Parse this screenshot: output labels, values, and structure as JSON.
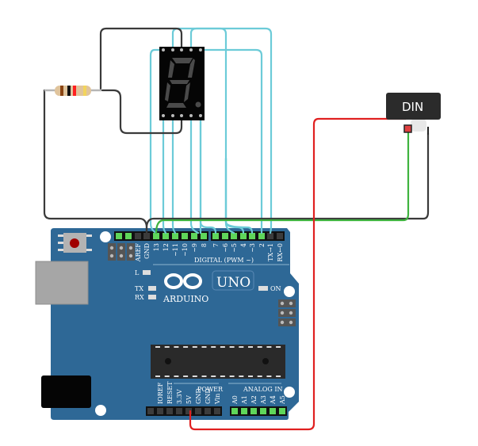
{
  "colors": {
    "board": "#2e6896",
    "wire_black": "#3a3a3a",
    "wire_cyan": "#6ccbd8",
    "wire_green": "#3fb33f",
    "wire_red": "#e02020",
    "pin_green": "#5fd65a",
    "tooltip": "#2b2b2b"
  },
  "tooltip": {
    "label": "DIN"
  },
  "board": {
    "digital_left": [
      "AREF",
      "GND",
      "13",
      "12",
      "~11",
      "~10",
      "~9",
      "8"
    ],
    "digital_right": [
      "7",
      "~6",
      "~5",
      "4",
      "~3",
      "2",
      "TX→1",
      "RX←0"
    ],
    "digital_title": "DIGITAL (PWM ~)",
    "led_l": "L",
    "led_tx": "TX",
    "led_rx": "RX",
    "led_on": "ON",
    "brand": "ARDUINO",
    "model": "UNO",
    "power_pins": [
      "IOREF",
      "RESET",
      "3.3V",
      "5V",
      "GND",
      "GND",
      "Vin"
    ],
    "power_title": "POWER",
    "analog_pins": [
      "A0",
      "A1",
      "A2",
      "A3",
      "A4",
      "A5"
    ],
    "analog_title": "ANALOG IN"
  },
  "components": {
    "resistor_bands": [
      "#8b4513",
      "#111111",
      "#ff2020",
      "#f2d45c"
    ],
    "display_icon": "seven-segment-display",
    "sensor_icon": "sensor"
  }
}
